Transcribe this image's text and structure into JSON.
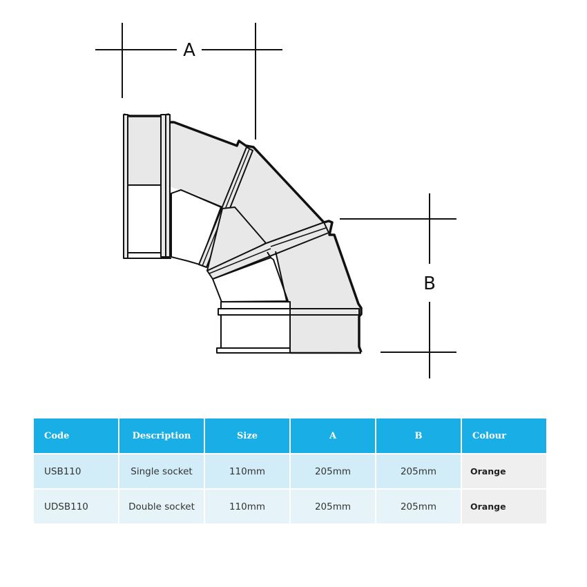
{
  "diagram": {
    "dimension_a": "A",
    "dimension_b": "B",
    "colors": {
      "fitting_fill": "#e8e8e8",
      "outline": "#111111"
    }
  },
  "table": {
    "header_color": "#1aaee6",
    "headers": [
      "Code",
      "Description",
      "Size",
      "A",
      "B",
      "Colour"
    ],
    "rows": [
      [
        "USB110",
        "Single socket",
        "110mm",
        "205mm",
        "205mm",
        "Orange"
      ],
      [
        "UDSB110",
        "Double socket",
        "110mm",
        "205mm",
        "205mm",
        "Orange"
      ]
    ]
  }
}
